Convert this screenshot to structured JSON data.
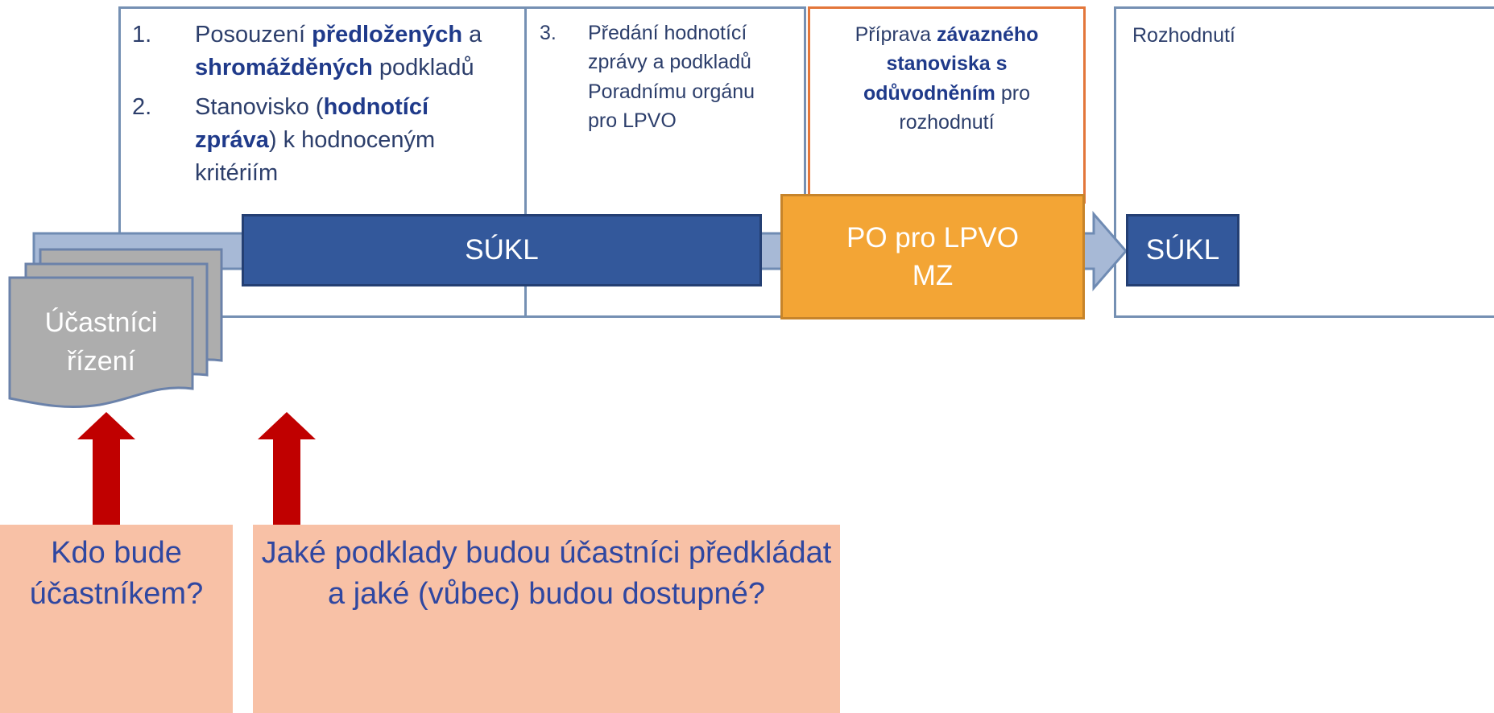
{
  "colors": {
    "panel_border": "#7590b3",
    "active_border": "#e3763a",
    "arrow_bg": "#a7b9d6",
    "sukl_bar": "#33589b",
    "po_box": "#f3a535",
    "doc": "#adadad",
    "red_arrow": "#c00000",
    "question_bg": "#f8c1a6",
    "question_text": "#2f47a1"
  },
  "panel1": {
    "item1": {
      "num": "1.",
      "t1": "Posouzení ",
      "b1": "předložených",
      "t2": " a",
      "b2": "shromážděných",
      "t3": " podkladů"
    },
    "item2": {
      "num": "2.",
      "t1": "Stanovisko (",
      "b1": "hodnotící",
      "b2": "zpráva",
      "t2": ") k hodnoceným",
      "t3": "kritériím"
    }
  },
  "panel2": {
    "num": "3.",
    "line1": "Předání hodnotící",
    "line2": "zprávy a podkladů",
    "line3": "Poradnímu orgánu",
    "line4": "pro LPVO"
  },
  "panel3": {
    "t1": "Příprava ",
    "b1": "závazného",
    "b2": "stanoviska s",
    "b3": "odůvodněním",
    "t2": " pro",
    "t3": "rozhodnutí"
  },
  "panel4": {
    "text": "Rozhodnutí"
  },
  "bars": {
    "sukl_main": "SÚKL",
    "po_line1": "PO pro LPVO",
    "po_line2": "MZ",
    "sukl_end": "SÚKL"
  },
  "participants": {
    "line1": "Účastníci",
    "line2": "řízení"
  },
  "questions": {
    "q1_line1": "Kdo bude",
    "q1_line2": "účastníkem?",
    "q2_line1": "Jaké podklady budou účastníci předkládat",
    "q2_line2": "a jaké (vůbec) budou dostupné?"
  }
}
